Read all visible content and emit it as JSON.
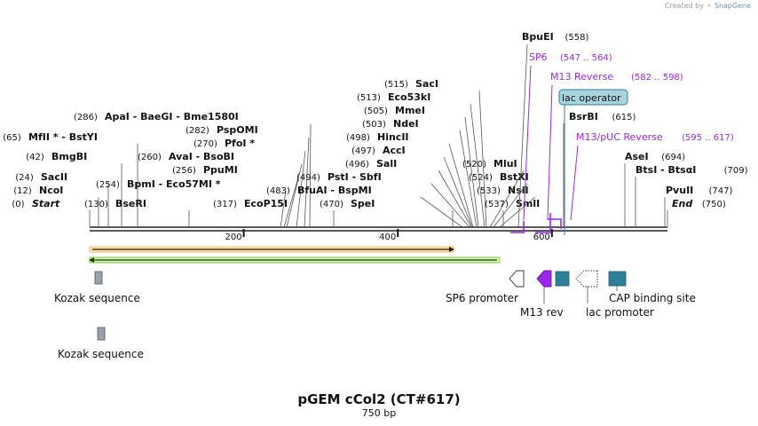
{
  "credit": {
    "prefix": "Created by",
    "brand": "SnapGene"
  },
  "title": "pGEM cCol2 (CT#617)",
  "length_label": "750 bp",
  "sequence": {
    "length": 750,
    "ticks": [
      {
        "pos": 200,
        "label": "200"
      },
      {
        "pos": 400,
        "label": "400"
      },
      {
        "pos": 600,
        "label": "600"
      }
    ]
  },
  "enzymes": [
    {
      "pos": 0,
      "num": "(0)",
      "name": "Start",
      "kind": "endpoint"
    },
    {
      "pos": 12,
      "num": "(12)",
      "name": "NcoI"
    },
    {
      "pos": 24,
      "num": "(24)",
      "name": "SacII"
    },
    {
      "pos": 42,
      "num": "(42)",
      "name": "BmgBI"
    },
    {
      "pos": 65,
      "num": "(65)",
      "name": "MfII * - BstYI"
    },
    {
      "pos": 130,
      "num": "(130)",
      "name": "BseRI"
    },
    {
      "pos": 254,
      "num": "(254)",
      "name": "BpmI - Eco57MI *"
    },
    {
      "pos": 256,
      "num": "(256)",
      "name": "PpuMI"
    },
    {
      "pos": 260,
      "num": "(260)",
      "name": "AvaI - BsoBI"
    },
    {
      "pos": 270,
      "num": "(270)",
      "name": "PfoI *"
    },
    {
      "pos": 282,
      "num": "(282)",
      "name": "PspOMI"
    },
    {
      "pos": 286,
      "num": "(286)",
      "name": "ApaI - BaeGI - Bme1580I"
    },
    {
      "pos": 317,
      "num": "(317)",
      "name": "EcoP15I"
    },
    {
      "pos": 483,
      "num": "(483)",
      "name": "BfuAI - BspMI"
    },
    {
      "pos": 470,
      "num": "(470)",
      "name": "SpeI"
    },
    {
      "pos": 494,
      "num": "(494)",
      "name": "PstI - SbfI"
    },
    {
      "pos": 496,
      "num": "(496)",
      "name": "SalI"
    },
    {
      "pos": 497,
      "num": "(497)",
      "name": "AccI"
    },
    {
      "pos": 498,
      "num": "(498)",
      "name": "HincII"
    },
    {
      "pos": 503,
      "num": "(503)",
      "name": "NdeI"
    },
    {
      "pos": 505,
      "num": "(505)",
      "name": "MmeI"
    },
    {
      "pos": 513,
      "num": "(513)",
      "name": "Eco53kI"
    },
    {
      "pos": 515,
      "num": "(515)",
      "name": "SacI"
    },
    {
      "pos": 520,
      "num": "(520)",
      "name": "MluI"
    },
    {
      "pos": 524,
      "num": "(524)",
      "name": "BstXI"
    },
    {
      "pos": 533,
      "num": "(533)",
      "name": "NsiI"
    },
    {
      "pos": 537,
      "num": "(537)",
      "name": "SmlI"
    },
    {
      "pos": 558,
      "num": "(558)",
      "name": "BpuEI"
    },
    {
      "pos": 615,
      "num": "(615)",
      "name": "BsrBI"
    },
    {
      "pos": 694,
      "num": "(694)",
      "name": "AseI"
    },
    {
      "pos": 709,
      "num": "(709)",
      "name": "BtsI - BtsαI"
    },
    {
      "pos": 747,
      "num": "(747)",
      "name": "PvuII"
    },
    {
      "pos": 750,
      "num": "(750)",
      "name": "End",
      "kind": "endpoint"
    }
  ],
  "primers": [
    {
      "name": "SP6",
      "range": "(547 .. 564)"
    },
    {
      "name": "M13 Reverse",
      "range": "(582 .. 598)"
    },
    {
      "name": "M13/pUC Reverse",
      "range": "(595 .. 617)"
    }
  ],
  "highlighted_feature": {
    "name": "lac operator"
  },
  "features": [
    {
      "name": "Kozak sequence",
      "color": "#9aa3ad"
    },
    {
      "name": "Kozak sequence",
      "color": "#9aa3ad"
    },
    {
      "name": "SP6 promoter",
      "color": "#ffffff"
    },
    {
      "name": "M13 rev",
      "color": "#9b27e8"
    },
    {
      "name": "lac promoter",
      "color": "#ffffff"
    },
    {
      "name": "CAP binding site",
      "color": "#2e7f9a"
    },
    {
      "name": "lac operator",
      "color": "#2e7f9a"
    }
  ],
  "orfs": [
    {
      "color": "#f2a400",
      "direction": "forward"
    },
    {
      "color": "#5bb51f",
      "direction": "reverse"
    }
  ],
  "colors": {
    "primer": "#9b27e8",
    "backbone": "#222222",
    "enzyme_line": "#555555"
  }
}
